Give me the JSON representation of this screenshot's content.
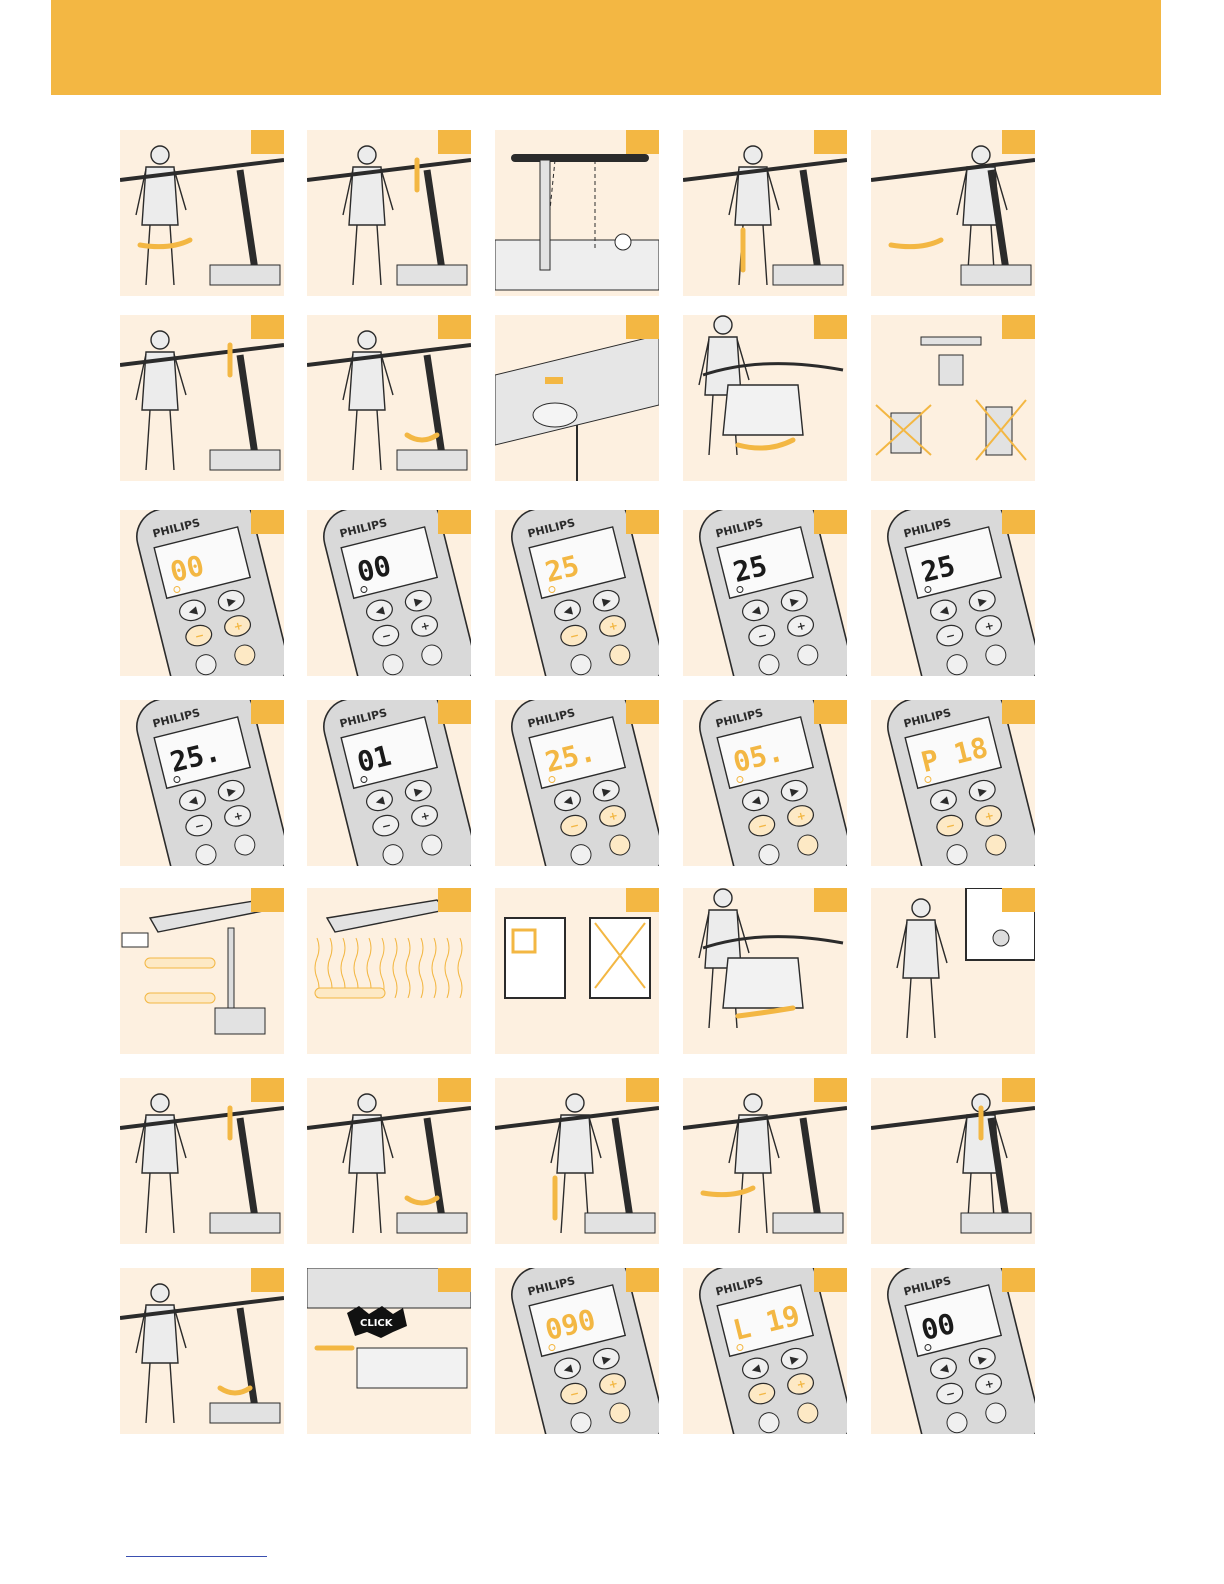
{
  "colors": {
    "accent": "#f3b743",
    "panel_bg": "#fdf0e0",
    "remote_body": "#d9d9d9",
    "line": "#2b2b2b",
    "footer_rule": "#3a4fb0"
  },
  "remote": {
    "brand": "PHILIPS",
    "click_label": "CLICK"
  },
  "rows": [
    [
      {
        "scene": "person-unfold-top"
      },
      {
        "scene": "person-lower-arms"
      },
      {
        "scene": "lamp-over-bed"
      },
      {
        "scene": "person-column-turn"
      },
      {
        "scene": "person-raise-up"
      }
    ],
    [
      {
        "scene": "column-lock-turn"
      },
      {
        "scene": "person-pull-cord"
      },
      {
        "scene": "lamp-underside-detail"
      },
      {
        "scene": "lamp-click-rotate"
      },
      {
        "scene": "lamp-orientation-options"
      }
    ],
    [
      {
        "scene": "remote",
        "display": "00",
        "highlight": true
      },
      {
        "scene": "remote",
        "display": "00",
        "highlight": false
      },
      {
        "scene": "remote",
        "display": "25",
        "highlight": true
      },
      {
        "scene": "remote",
        "display": "25",
        "highlight": false
      },
      {
        "scene": "remote",
        "display": "25",
        "highlight": false
      }
    ],
    [
      {
        "scene": "remote",
        "display": "25.",
        "highlight": false
      },
      {
        "scene": "remote",
        "display": "01",
        "highlight": false
      },
      {
        "scene": "remote",
        "display": "25.",
        "highlight": true
      },
      {
        "scene": "remote",
        "display": "05.",
        "highlight": true
      },
      {
        "scene": "remote",
        "display": "P 18",
        "highlight": true
      }
    ],
    [
      {
        "scene": "lamp-distance-diagram"
      },
      {
        "scene": "lamp-heat-diagram"
      },
      {
        "scene": "lamp-filter-check"
      },
      {
        "scene": "lamp-click-rotate-back"
      },
      {
        "scene": "column-detail-inset"
      }
    ],
    [
      {
        "scene": "person-lower-column"
      },
      {
        "scene": "person-column-turn-back"
      },
      {
        "scene": "person-fold-arms"
      },
      {
        "scene": "person-fold-down"
      },
      {
        "scene": "person-fold-press"
      }
    ],
    [
      {
        "scene": "person-close-lid"
      },
      {
        "scene": "hand-slide-click"
      },
      {
        "scene": "remote",
        "display": "090",
        "highlight": true
      },
      {
        "scene": "remote",
        "display": "L 19",
        "highlight": true
      },
      {
        "scene": "remote",
        "display": "00",
        "highlight": false
      }
    ]
  ]
}
